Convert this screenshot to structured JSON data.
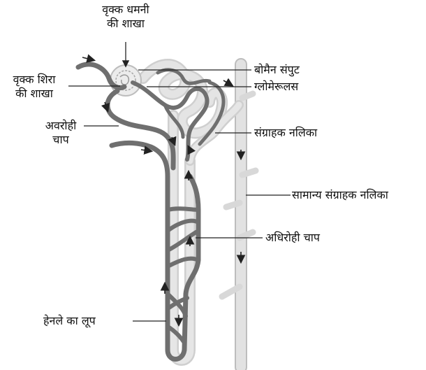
{
  "labels": {
    "renal_artery_line1": "वृक्क धमनी",
    "renal_artery_line2": "की शाखा",
    "renal_vein_line1": "वृक्क शिरा",
    "renal_vein_line2": "की शाखा",
    "bowman_capsule": "बोमैन संपुट",
    "glomerulus": "ग्लोमेरूलस",
    "descending_limb_line1": "अवरोही",
    "descending_limb_line2": "चाप",
    "collecting_tubule": "संग्राहक नलिका",
    "common_collecting_duct": "सामान्य संग्राहक नलिका",
    "ascending_limb": "अधिरोही चाप",
    "loop_of_henle": "हेनले का लूप"
  },
  "colors": {
    "vessel": "#6f6f6f",
    "tubule": "#dcdcdc",
    "tubule_edge": "#bdbdbd",
    "leader_line": "#222222",
    "text": "#111111"
  }
}
